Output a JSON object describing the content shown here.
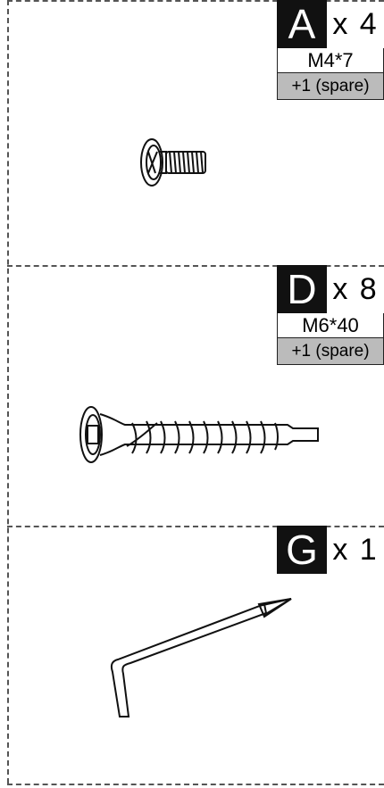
{
  "parts": [
    {
      "letter": "A",
      "qty": "x 4",
      "size": "M4*7",
      "spare": "+1  (spare)"
    },
    {
      "letter": "D",
      "qty": "x 8",
      "size": "M6*40",
      "spare": "+1  (spare)"
    },
    {
      "letter": "G",
      "qty": "x 1"
    }
  ]
}
